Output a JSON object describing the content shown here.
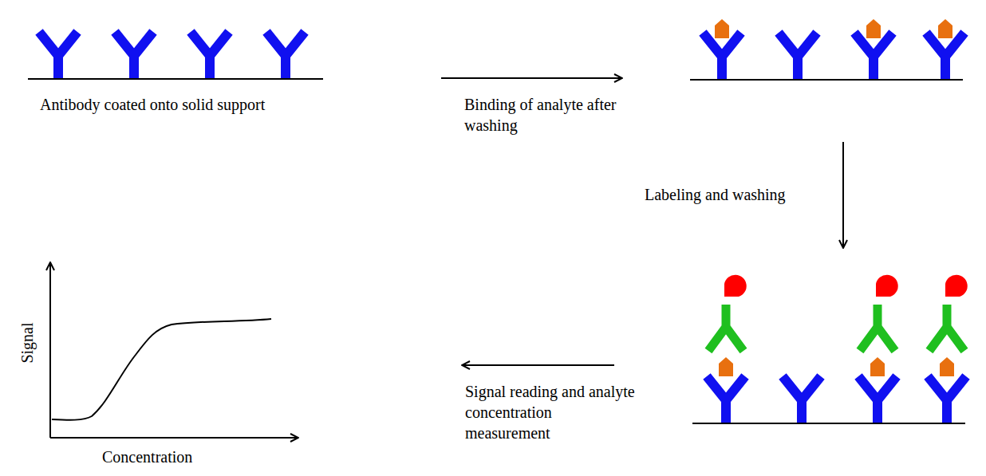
{
  "diagram": {
    "labels": [
      "Antibody coated onto solid support",
      "Binding of analyte after washing",
      "Labeling and washing",
      "Signal reading and analyte concentration measurement",
      "Signal",
      "Concentration"
    ]
  }
}
